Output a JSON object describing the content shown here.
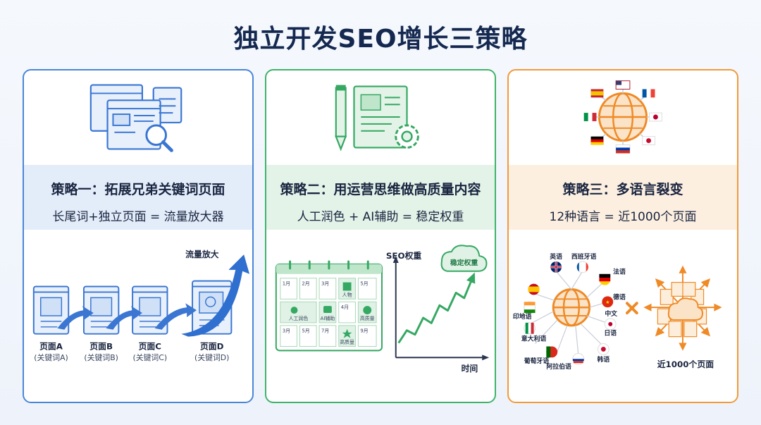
{
  "title": "独立开发SEO增长三策略",
  "cards": [
    {
      "heading": "策略一：拓展兄弟关键词页面",
      "subtitle": "长尾词+独立页面 = 流量放大器",
      "flow_label": "流量放大",
      "pages": [
        {
          "name": "页面A",
          "keyword": "(关键词A)"
        },
        {
          "name": "页面B",
          "keyword": "(关键词B)"
        },
        {
          "name": "页面C",
          "keyword": "(关键词C)"
        },
        {
          "name": "页面D",
          "keyword": "(关键词D)"
        }
      ]
    },
    {
      "heading": "策略二：用运营思维做高质量内容",
      "subtitle": "人工润色 + AI辅助 = 稳定权重",
      "calendar": {
        "row1": [
          "1月",
          "2月",
          "3月",
          "人物",
          "5月"
        ],
        "row2": [
          "人工润色",
          "AI辅助",
          "4月",
          "高质量"
        ],
        "row3": [
          "3月",
          "5月",
          "7月",
          "高质量",
          "9月"
        ]
      },
      "chart_ylabel": "SEO权重",
      "chart_xlabel": "时间",
      "badge": "稳定权重"
    },
    {
      "heading": "策略三：多语言裂变",
      "subtitle": "12种语言 = 近1000个页面",
      "languages": [
        "英语",
        "西班牙语",
        "法语",
        "德语",
        "中文",
        "日语",
        "韩语",
        "阿拉伯语",
        "葡萄牙语",
        "意大利语",
        "印地语"
      ],
      "result_label": "近1000个页面"
    }
  ],
  "chart_data": {
    "type": "line",
    "title": "",
    "xlabel": "时间",
    "ylabel": "SEO权重",
    "x": [
      1,
      2,
      3,
      4,
      5,
      6,
      7,
      8,
      9,
      10
    ],
    "series": [
      {
        "values": [
          1,
          2.2,
          1.8,
          3.4,
          2.9,
          4.6,
          4.1,
          5.8,
          5.3,
          7.2
        ]
      }
    ]
  },
  "colors": {
    "blue": "#3a76d2",
    "green": "#35a862",
    "orange": "#ef8a26",
    "title": "#142850"
  }
}
